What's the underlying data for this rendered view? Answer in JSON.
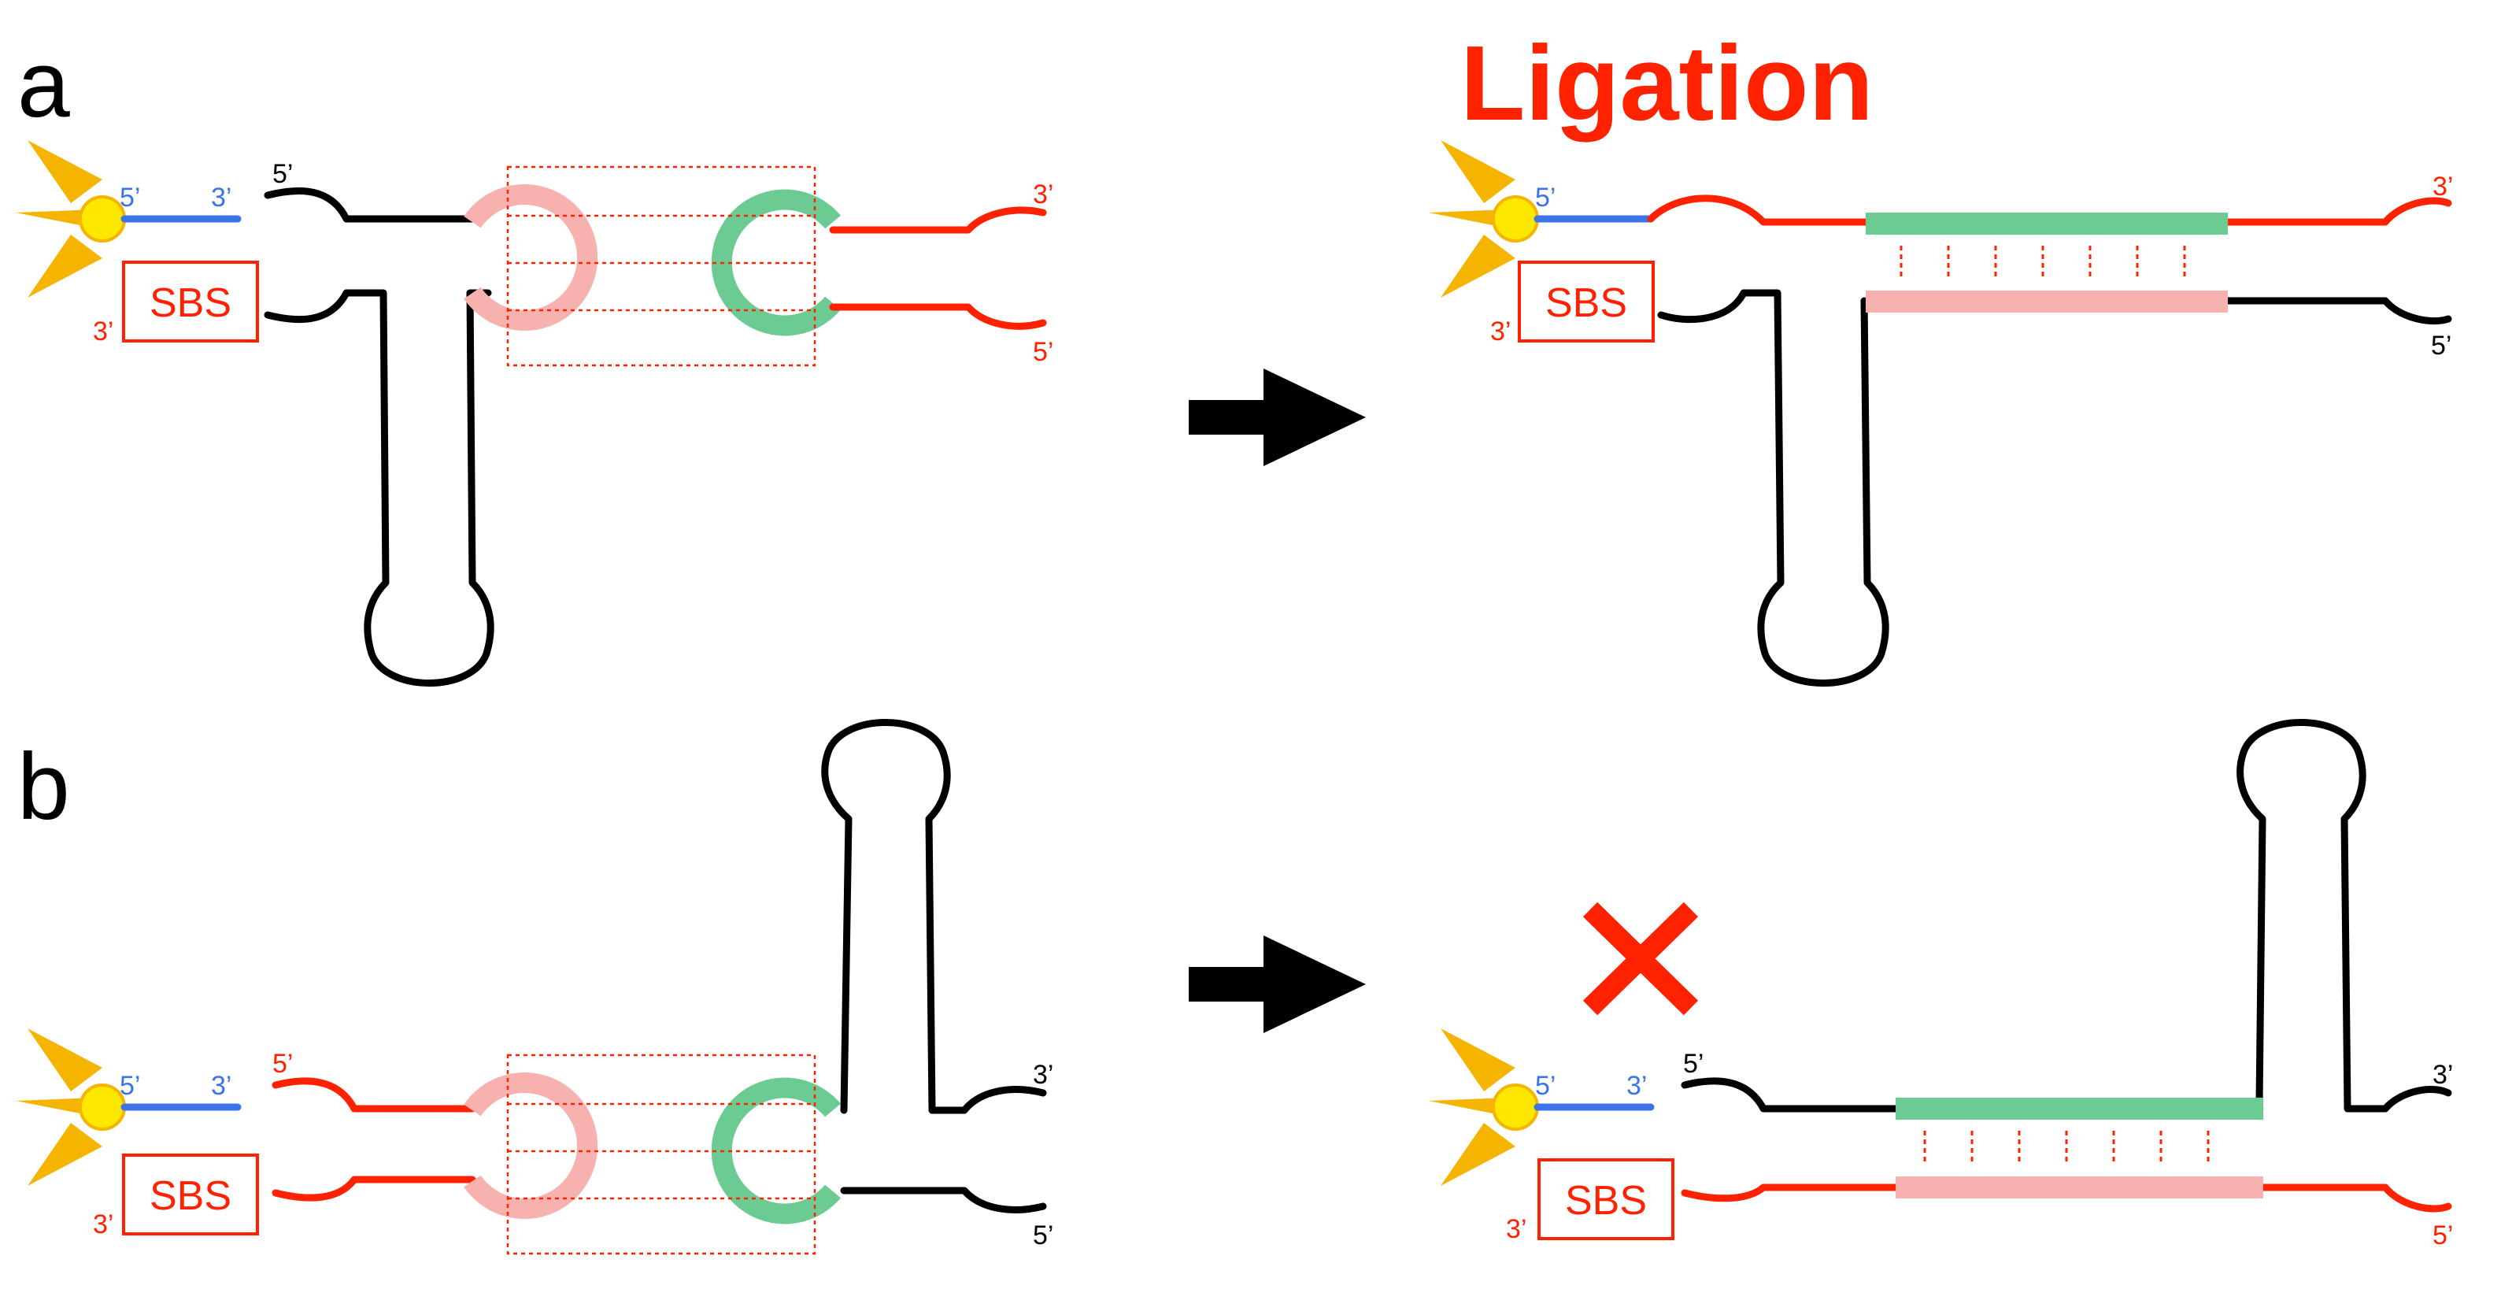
{
  "colors": {
    "black": "#000000",
    "red": "#ff2200",
    "blue": "#3b74e8",
    "pink": "#f7b2b0",
    "green": "#6ccb92",
    "yellow": "#ffe800",
    "orange": "#f5b400",
    "arrow": "#000000"
  },
  "panel_a": {
    "label": "a",
    "title": "Ligation",
    "before": {
      "probe_5": "5’",
      "probe_3": "3’",
      "sbs": "SBS",
      "sbs_3": "3’",
      "hairpin_5": "5’",
      "red_3": "3’",
      "red_5": "5’"
    },
    "after": {
      "probe_5": "5’",
      "sbs": "SBS",
      "sbs_3": "3’",
      "red_3": "3’",
      "black_5": "5’"
    }
  },
  "panel_b": {
    "label": "b",
    "before": {
      "probe_5": "5’",
      "probe_3": "3’",
      "sbs": "SBS",
      "sbs_3": "3’",
      "red_5": "5’",
      "black_3": "3’",
      "black_5": "5’"
    },
    "after": {
      "probe_5": "5’",
      "probe_3": "3’",
      "sbs": "SBS",
      "sbs_3": "3’",
      "black_5": "5’",
      "black_3": "3’",
      "red_5": "5’"
    }
  },
  "icons": {
    "fluorophore": "fluorophore-icon",
    "arrow": "right-arrow-icon",
    "cross": "cross-icon"
  }
}
